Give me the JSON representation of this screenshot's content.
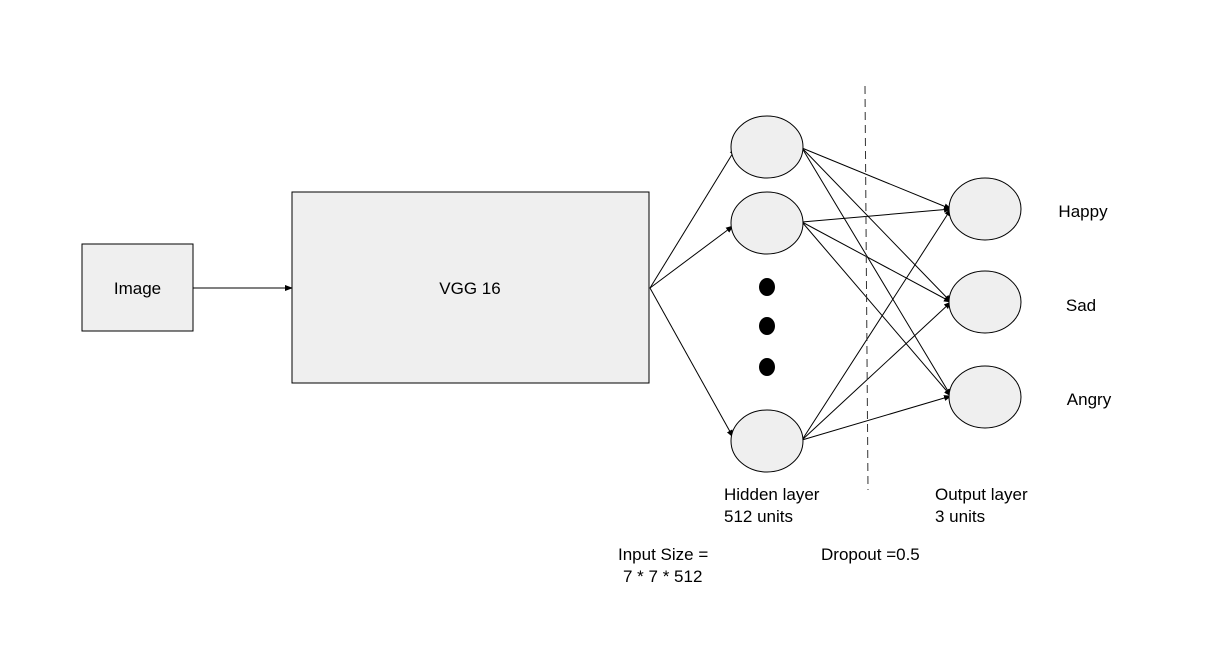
{
  "diagram": {
    "image_label": "Image",
    "vgg_label": "VGG 16",
    "classes": [
      "Happy",
      "Sad",
      "Angry"
    ],
    "hidden_layer": {
      "line1": "Hidden layer",
      "line2": "512 units"
    },
    "output_layer": {
      "line1": "Output layer",
      "line2": "3 units"
    },
    "input_size": {
      "line1": "Input Size =",
      "line2": "7 * 7 * 512"
    },
    "dropout": "Dropout =0.5",
    "colors": {
      "box_fill": "#efefef",
      "stroke": "#000000"
    }
  }
}
